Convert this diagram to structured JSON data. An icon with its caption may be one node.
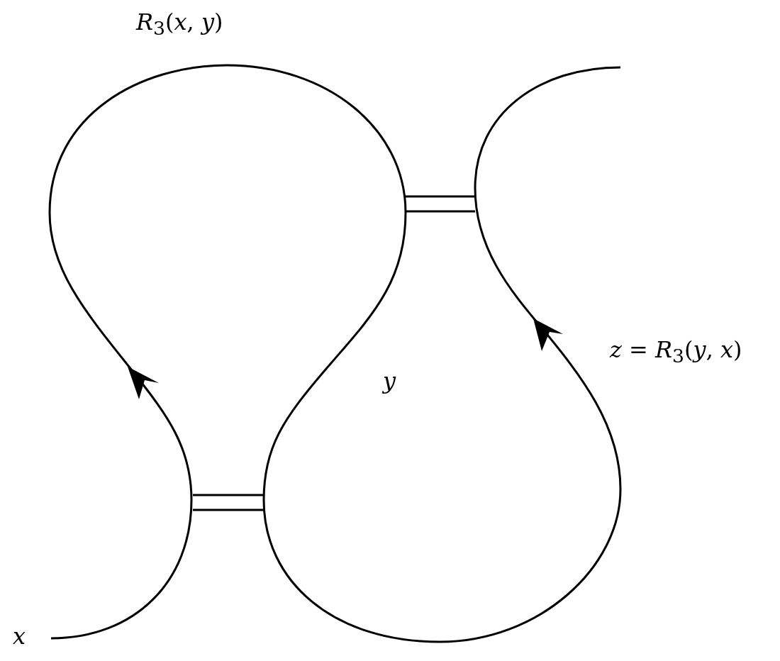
{
  "diagram": {
    "labels": [
      "*R*$_{3}$(*x*, *y*)",
      "*y*",
      "*z* = *R*$_{3}$(*y*, *x*)",
      "*x*"
    ]
  }
}
